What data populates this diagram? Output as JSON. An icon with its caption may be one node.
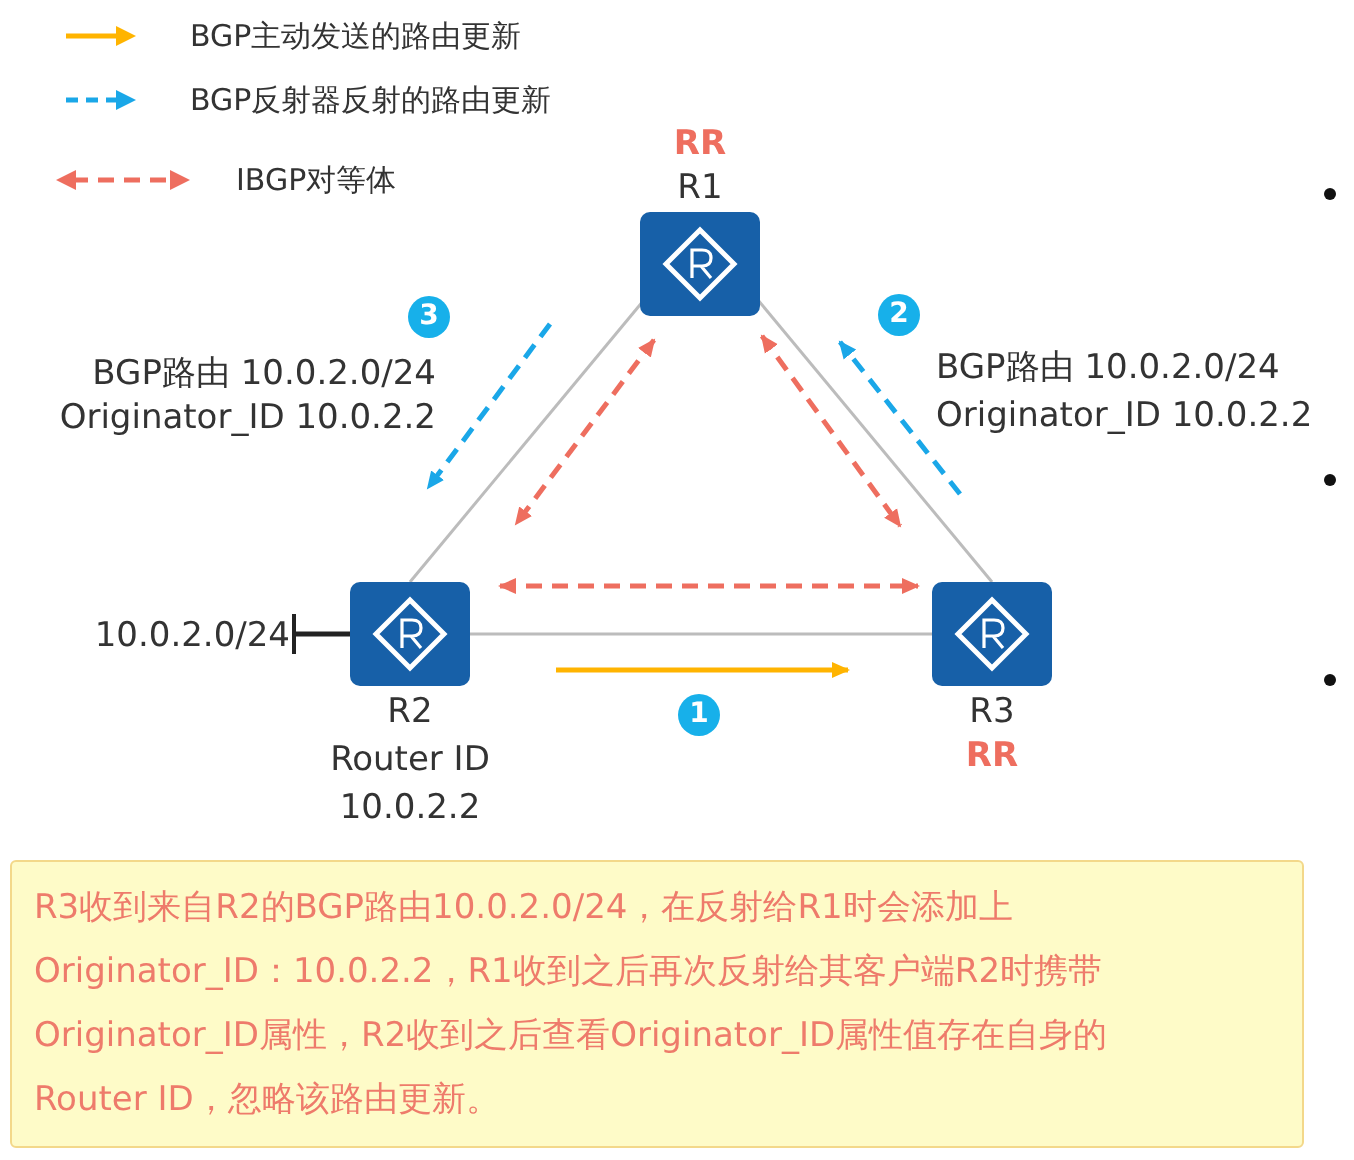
{
  "diagram": {
    "nodes": [
      {
        "text": [
          "RR",
          "R1"
        ]
      },
      {
        "text": [
          "R2",
          "Router ID 10.0.2.2"
        ]
      },
      {
        "text": [
          "R3",
          "RR"
        ]
      },
      {
        "text": [
          "10.0.2.0/24"
        ]
      },
      {
        "text": [
          "R3收到来自R2的BGP路由10.0.2.0/24，在反射给R1时会添加上Originator_ID：10.0.2.2，R1收到之后再次反射给其客户端R2时携带Originator_ID属性，R2收到之后查看Originator_ID属性值存在自身的Router ID，忽略该路由更新。"
        ]
      }
    ],
    "edges": [
      {
        "from": 0,
        "to": 1,
        "arrow": "none"
      },
      {
        "from": 0,
        "to": 2,
        "arrow": "none"
      },
      {
        "from": 1,
        "to": 2,
        "arrow": "none"
      },
      {
        "from": 1,
        "to": 3,
        "arrow": "other",
        "color": "#222222"
      },
      {
        "from": 0,
        "to": 1,
        "arrow": "both",
        "style": "dashed",
        "color": "#ee6e5f"
      },
      {
        "from": 0,
        "to": 2,
        "arrow": "both",
        "style": "dashed",
        "color": "#ee6e5f"
      },
      {
        "from": 1,
        "to": 2,
        "arrow": "both",
        "style": "dashed",
        "color": "#ee6e5f"
      },
      {
        "from": 1,
        "to": 2,
        "arrow": "to",
        "color": "#ffb400"
      },
      {
        "from": 2,
        "to": 0,
        "arrow": "to",
        "style": "dashed",
        "color": "#1aa7e8"
      },
      {
        "from": 0,
        "to": 1,
        "arrow": "to",
        "style": "dashed",
        "color": "#1aa7e8"
      }
    ],
    "labels": [
      "3",
      "BGP路由 10.0.2.0/24",
      "Originator_ID 10.0.2.2",
      "2",
      "BGP路由 10.0.2.0/24",
      "Originator_ID 10.0.2.2",
      "1"
    ],
    "legend": [
      {
        "text": "BGP主动发送的路由更新"
      },
      {
        "text": "BGP反射器反射的路由更新"
      },
      {
        "text": "IBGP对等体"
      }
    ]
  }
}
